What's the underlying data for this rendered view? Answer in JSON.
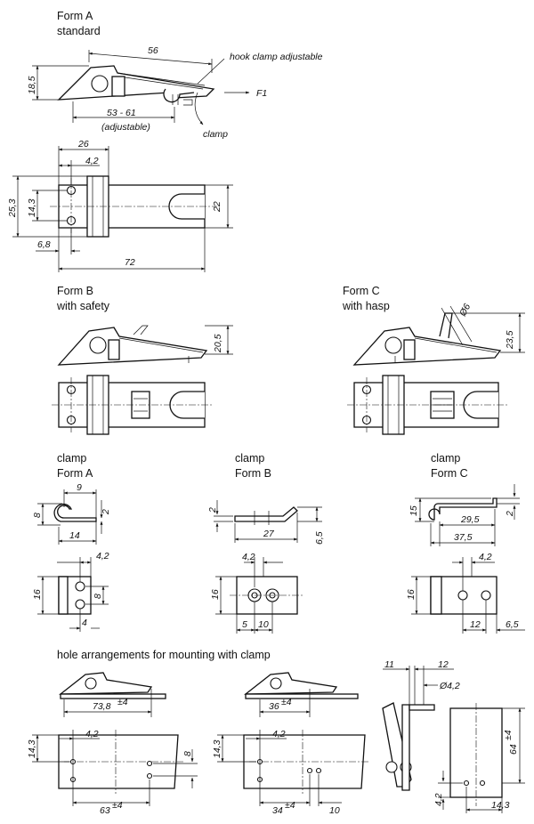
{
  "sections": {
    "form_a": {
      "title": "Form A",
      "subtitle": "standard"
    },
    "form_b": {
      "title": "Form B",
      "subtitle": "with safety"
    },
    "form_c": {
      "title": "Form C",
      "subtitle": "with hasp"
    },
    "clamp_a": {
      "title": "clamp",
      "subtitle": "Form A"
    },
    "clamp_b": {
      "title": "clamp",
      "subtitle": "Form B"
    },
    "clamp_c": {
      "title": "clamp",
      "subtitle": "Form C"
    },
    "mounting": {
      "title": "hole arrangements for mounting with clamp"
    }
  },
  "annotations": {
    "hook_clamp": "hook clamp adjustable",
    "clamp": "clamp",
    "force": "F1",
    "adjustable": "(adjustable)"
  },
  "dimensions": {
    "a_len": "56",
    "a_h": "18,5",
    "a_adj": "53 - 61",
    "a_w26": "26",
    "a_w42": "4,2",
    "a_h253": "25,3",
    "a_h143": "14,3",
    "a_h22": "22",
    "a_w68": "6,8",
    "a_w72": "72",
    "b_h": "20,5",
    "c_d": "Ø6",
    "c_h": "23,5",
    "ca_9": "9",
    "ca_8": "8",
    "ca_2": "2",
    "ca_14": "14",
    "ca_42": "4,2",
    "ca_16": "16",
    "ca_8b": "8",
    "ca_4": "4",
    "cb_2": "2",
    "cb_27": "27",
    "cb_65": "6,5",
    "cb_42": "4,2",
    "cb_16": "16",
    "cb_5": "5",
    "cb_10": "10",
    "cc_15": "15",
    "cc_2": "2",
    "cc_295": "29,5",
    "cc_375": "37,5",
    "cc_42": "4,2",
    "cc_16": "16",
    "cc_12": "12",
    "cc_65": "6,5",
    "m1_738": "73,8",
    "m1_738_tol": "±4",
    "m2_36": "36",
    "m2_36_tol": "±4",
    "m3_11": "11",
    "m3_12": "12",
    "m3_d": "Ø4,2",
    "m1_143": "14,3",
    "m1_42": "4,2",
    "m1_8": "8",
    "m1_63": "63",
    "m1_63_tol": "±4",
    "m2_143": "14,3",
    "m2_42": "4,2",
    "m2_34": "34",
    "m2_34_tol": "±4",
    "m2_10": "10",
    "m3_64": "64",
    "m3_64_tol": "±4",
    "m3_42": "4,2",
    "m3_143": "14,3"
  }
}
